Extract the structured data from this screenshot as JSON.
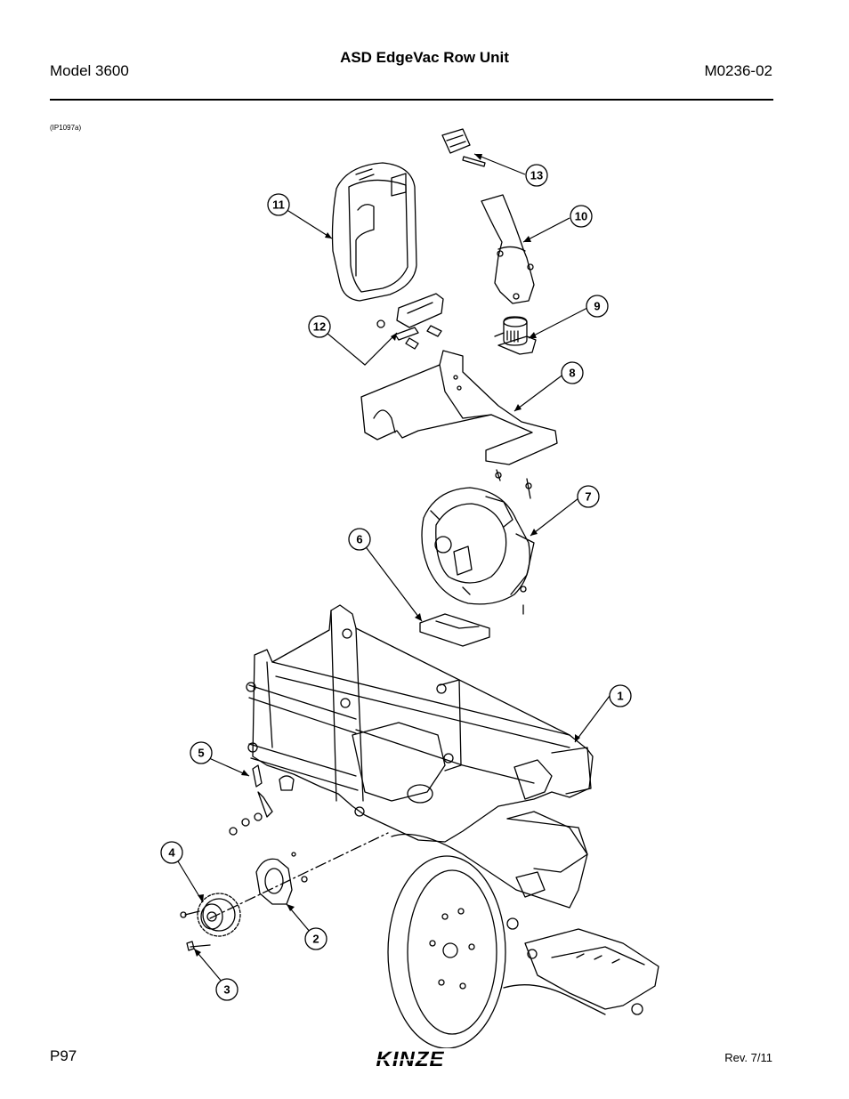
{
  "header": {
    "left": "Model 3600",
    "title": "ASD EdgeVac Row Unit",
    "right": "M0236-02"
  },
  "figure": {
    "id": "(IP1097a)",
    "callouts": [
      "1",
      "2",
      "3",
      "4",
      "5",
      "6",
      "7",
      "8",
      "9",
      "10",
      "11",
      "12",
      "13"
    ]
  },
  "footer": {
    "page": "P97",
    "logo": "KINZE",
    "revision": "Rev. 7/11"
  }
}
